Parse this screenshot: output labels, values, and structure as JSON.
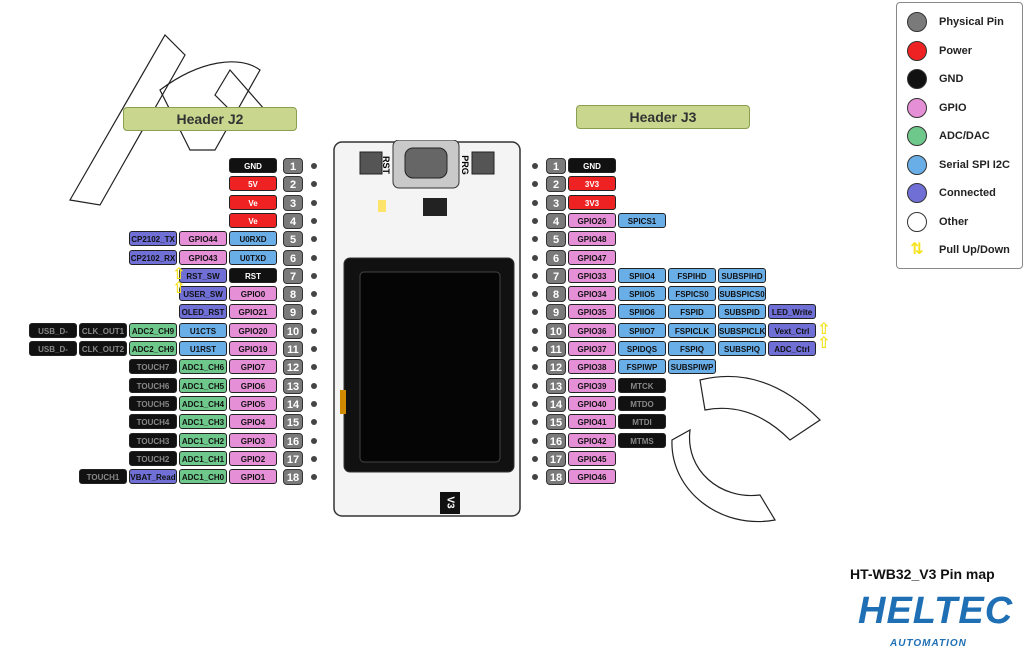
{
  "colors": {
    "physical": "#7a7a7a",
    "power": "#ee2222",
    "gnd": "#111111",
    "gpio": "#e58fd6",
    "adc": "#6fc88b",
    "serial": "#6aaee8",
    "connected": "#6f6fd6",
    "other": "#ffffff",
    "pull": "#f5e11c"
  },
  "legend": [
    {
      "label": "Physical Pin",
      "color": "#7a7a7a"
    },
    {
      "label": "Power",
      "color": "#ee2222"
    },
    {
      "label": "GND",
      "color": "#111111"
    },
    {
      "label": "GPIO",
      "color": "#e58fd6"
    },
    {
      "label": "ADC/DAC",
      "color": "#6fc88b"
    },
    {
      "label": "Serial SPI I2C",
      "color": "#6aaee8"
    },
    {
      "label": "Connected",
      "color": "#6f6fd6"
    },
    {
      "label": "Other",
      "color": "#ffffff"
    },
    {
      "label": "Pull Up/Down",
      "color": "#f5e11c",
      "icon": "updown-arrow-icon"
    }
  ],
  "header_j2": "Header J2",
  "header_j3": "Header J3",
  "title": "HT-WB32_V3 Pin map",
  "logo": {
    "main": "HELTEC",
    "sub": "AUTOMATION"
  },
  "watermark": "HELTEC AUTOMATION",
  "board": {
    "rst": "RST",
    "prg": "PRG",
    "version": "V3"
  },
  "left_pins": [
    {
      "num": "1",
      "tags": [
        {
          "t": "GND",
          "c": "gnd"
        }
      ]
    },
    {
      "num": "2",
      "tags": [
        {
          "t": "5V",
          "c": "power"
        }
      ]
    },
    {
      "num": "3",
      "tags": [
        {
          "t": "Ve",
          "c": "power"
        }
      ]
    },
    {
      "num": "4",
      "tags": [
        {
          "t": "Ve",
          "c": "power"
        }
      ]
    },
    {
      "num": "5",
      "tags": [
        {
          "t": "U0RXD",
          "c": "serial"
        },
        {
          "t": "GPIO44",
          "c": "gpio"
        },
        {
          "t": "CP2102_TX",
          "c": "connected"
        }
      ]
    },
    {
      "num": "6",
      "tags": [
        {
          "t": "U0TXD",
          "c": "serial"
        },
        {
          "t": "GPIO43",
          "c": "gpio"
        },
        {
          "t": "CP2102_RX",
          "c": "connected"
        }
      ]
    },
    {
      "num": "7",
      "tags": [
        {
          "t": "RST",
          "c": "gnd"
        },
        {
          "t": "RST_SW",
          "c": "connected"
        }
      ]
    },
    {
      "num": "8",
      "tags": [
        {
          "t": "GPIO0",
          "c": "gpio"
        },
        {
          "t": "USER_SW",
          "c": "connected"
        }
      ]
    },
    {
      "num": "9",
      "tags": [
        {
          "t": "GPIO21",
          "c": "gpio"
        },
        {
          "t": "OLED_RST",
          "c": "connected"
        }
      ]
    },
    {
      "num": "10",
      "tags": [
        {
          "t": "GPIO20",
          "c": "gpio"
        },
        {
          "t": "U1CTS",
          "c": "serial"
        },
        {
          "t": "ADC2_CH9",
          "c": "adc"
        },
        {
          "t": "CLK_OUT1",
          "c": "gnd"
        },
        {
          "t": "USB_D-",
          "c": "gnd"
        }
      ]
    },
    {
      "num": "11",
      "tags": [
        {
          "t": "GPIO19",
          "c": "gpio"
        },
        {
          "t": "U1RST",
          "c": "serial"
        },
        {
          "t": "ADC2_CH9",
          "c": "adc"
        },
        {
          "t": "CLK_OUT2",
          "c": "gnd"
        },
        {
          "t": "USB_D-",
          "c": "gnd"
        }
      ]
    },
    {
      "num": "12",
      "tags": [
        {
          "t": "GPIO7",
          "c": "gpio"
        },
        {
          "t": "ADC1_CH6",
          "c": "adc"
        },
        {
          "t": "TOUCH7",
          "c": "gnd"
        }
      ]
    },
    {
      "num": "13",
      "tags": [
        {
          "t": "GPIO6",
          "c": "gpio"
        },
        {
          "t": "ADC1_CH5",
          "c": "adc"
        },
        {
          "t": "TOUCH6",
          "c": "gnd"
        }
      ]
    },
    {
      "num": "14",
      "tags": [
        {
          "t": "GPIO5",
          "c": "gpio"
        },
        {
          "t": "ADC1_CH4",
          "c": "adc"
        },
        {
          "t": "TOUCH5",
          "c": "gnd"
        }
      ]
    },
    {
      "num": "15",
      "tags": [
        {
          "t": "GPIO4",
          "c": "gpio"
        },
        {
          "t": "ADC1_CH3",
          "c": "adc"
        },
        {
          "t": "TOUCH4",
          "c": "gnd"
        }
      ]
    },
    {
      "num": "16",
      "tags": [
        {
          "t": "GPIO3",
          "c": "gpio"
        },
        {
          "t": "ADC1_CH2",
          "c": "adc"
        },
        {
          "t": "TOUCH3",
          "c": "gnd"
        }
      ]
    },
    {
      "num": "17",
      "tags": [
        {
          "t": "GPIO2",
          "c": "gpio"
        },
        {
          "t": "ADC1_CH1",
          "c": "adc"
        },
        {
          "t": "TOUCH2",
          "c": "gnd"
        }
      ]
    },
    {
      "num": "18",
      "tags": [
        {
          "t": "GPIO1",
          "c": "gpio"
        },
        {
          "t": "ADC1_CH0",
          "c": "adc"
        },
        {
          "t": "VBAT_Read",
          "c": "connected"
        },
        {
          "t": "TOUCH1",
          "c": "gnd"
        }
      ]
    }
  ],
  "right_pins": [
    {
      "num": "1",
      "tags": [
        {
          "t": "GND",
          "c": "gnd"
        }
      ]
    },
    {
      "num": "2",
      "tags": [
        {
          "t": "3V3",
          "c": "power"
        }
      ]
    },
    {
      "num": "3",
      "tags": [
        {
          "t": "3V3",
          "c": "power"
        }
      ]
    },
    {
      "num": "4",
      "tags": [
        {
          "t": "GPIO26",
          "c": "gpio"
        },
        {
          "t": "SPICS1",
          "c": "serial"
        }
      ]
    },
    {
      "num": "5",
      "tags": [
        {
          "t": "GPIO48",
          "c": "gpio"
        }
      ]
    },
    {
      "num": "6",
      "tags": [
        {
          "t": "GPIO47",
          "c": "gpio"
        }
      ]
    },
    {
      "num": "7",
      "tags": [
        {
          "t": "GPIO33",
          "c": "gpio"
        },
        {
          "t": "SPIIO4",
          "c": "serial"
        },
        {
          "t": "FSPIHD",
          "c": "serial"
        },
        {
          "t": "SUBSPIHD",
          "c": "serial"
        }
      ]
    },
    {
      "num": "8",
      "tags": [
        {
          "t": "GPIO34",
          "c": "gpio"
        },
        {
          "t": "SPIIO5",
          "c": "serial"
        },
        {
          "t": "FSPICS0",
          "c": "serial"
        },
        {
          "t": "SUBSPICS0",
          "c": "serial"
        }
      ]
    },
    {
      "num": "9",
      "tags": [
        {
          "t": "GPIO35",
          "c": "gpio"
        },
        {
          "t": "SPIIO6",
          "c": "serial"
        },
        {
          "t": "FSPID",
          "c": "serial"
        },
        {
          "t": "SUBSPID",
          "c": "serial"
        },
        {
          "t": "LED_Write",
          "c": "connected"
        }
      ]
    },
    {
      "num": "10",
      "tags": [
        {
          "t": "GPIO36",
          "c": "gpio"
        },
        {
          "t": "SPIIO7",
          "c": "serial"
        },
        {
          "t": "FSPICLK",
          "c": "serial"
        },
        {
          "t": "SUBSPICLK",
          "c": "serial"
        },
        {
          "t": "Vext_Ctrl",
          "c": "connected"
        }
      ]
    },
    {
      "num": "11",
      "tags": [
        {
          "t": "GPIO37",
          "c": "gpio"
        },
        {
          "t": "SPIDQS",
          "c": "serial"
        },
        {
          "t": "FSPIQ",
          "c": "serial"
        },
        {
          "t": "SUBSPIQ",
          "c": "serial"
        },
        {
          "t": "ADC_Ctrl",
          "c": "connected"
        }
      ]
    },
    {
      "num": "12",
      "tags": [
        {
          "t": "GPIO38",
          "c": "gpio"
        },
        {
          "t": "FSPIWP",
          "c": "serial"
        },
        {
          "t": "SUBSPIWP",
          "c": "serial"
        }
      ]
    },
    {
      "num": "13",
      "tags": [
        {
          "t": "GPIO39",
          "c": "gpio"
        },
        {
          "t": "MTCK",
          "c": "gnd"
        }
      ]
    },
    {
      "num": "14",
      "tags": [
        {
          "t": "GPIO40",
          "c": "gpio"
        },
        {
          "t": "MTDO",
          "c": "gnd"
        }
      ]
    },
    {
      "num": "15",
      "tags": [
        {
          "t": "GPIO41",
          "c": "gpio"
        },
        {
          "t": "MTDI",
          "c": "gnd"
        }
      ]
    },
    {
      "num": "16",
      "tags": [
        {
          "t": "GPIO42",
          "c": "gpio"
        },
        {
          "t": "MTMS",
          "c": "gnd"
        }
      ]
    },
    {
      "num": "17",
      "tags": [
        {
          "t": "GPIO45",
          "c": "gpio"
        }
      ]
    },
    {
      "num": "18",
      "tags": [
        {
          "t": "GPIO46",
          "c": "gpio"
        }
      ]
    }
  ]
}
